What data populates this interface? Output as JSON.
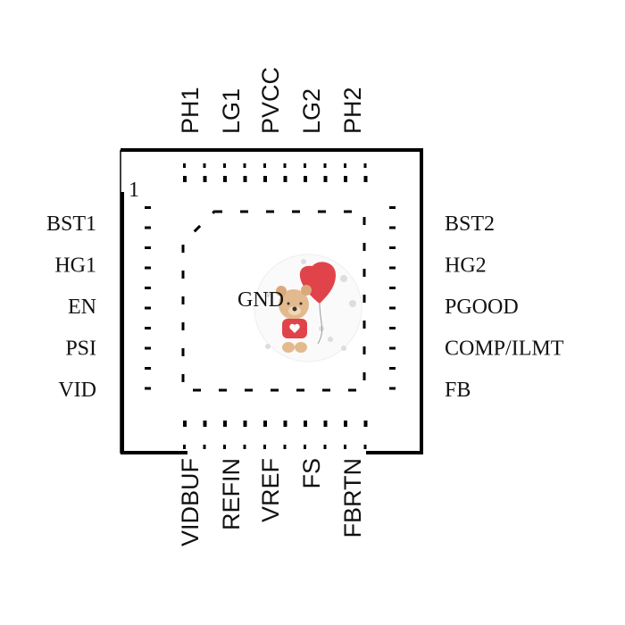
{
  "chip": {
    "pin1_marker": "1",
    "center_label": "GND",
    "top_pins": [
      "PH1",
      "LG1",
      "PVCC",
      "LG2",
      "PH2"
    ],
    "bottom_pins": [
      "VIDBUF",
      "REFIN",
      "VREF",
      "FS",
      "FBRTN"
    ],
    "left_pins": [
      "BST1",
      "HG1",
      "EN",
      "PSI",
      "VID"
    ],
    "right_pins": [
      "BST2",
      "HG2",
      "PGOOD",
      "COMP/ILMT",
      "FB"
    ]
  },
  "sticker": {
    "icon": "teddy-bear-with-heart-balloon-icon"
  }
}
